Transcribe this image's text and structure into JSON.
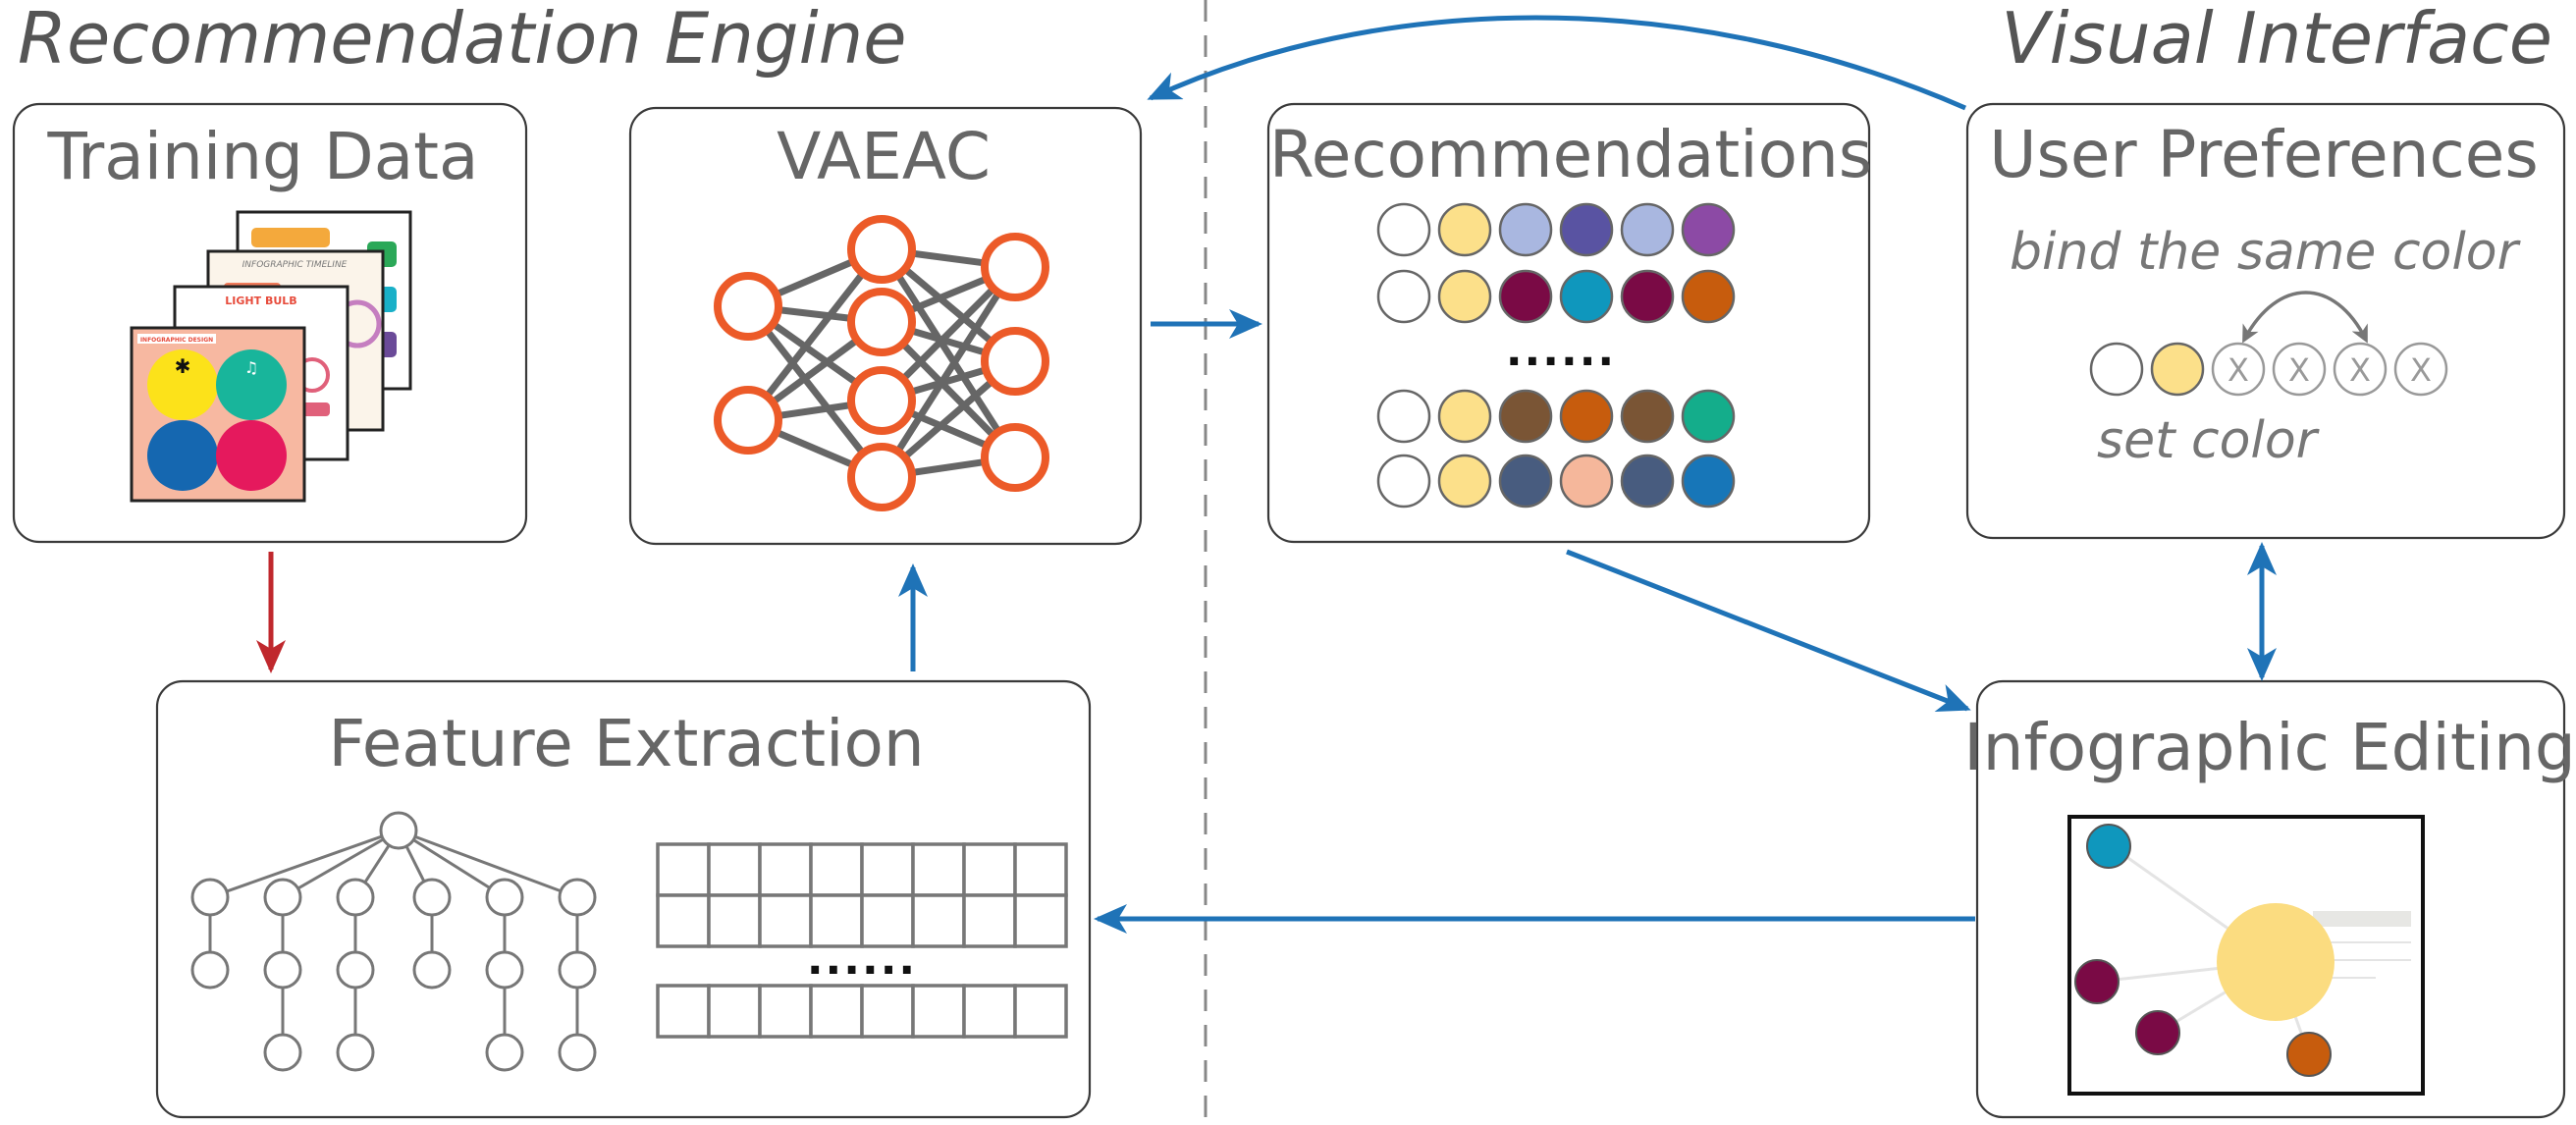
{
  "sections": {
    "left_title": "Recommendation Engine",
    "right_title": "Visual Interface"
  },
  "boxes": {
    "training_data": "Training Data",
    "vaeac": "VAEAC",
    "recommendations": "Recommendations",
    "user_preferences": "User Preferences",
    "feature_extraction": "Feature Extraction",
    "infographic_editing": "Infographic Editing"
  },
  "preferences": {
    "bind_label": "bind the same color",
    "set_label": "set color",
    "x_glyph": "X"
  },
  "ellipsis": {
    "recommendations": "......",
    "features": "......"
  },
  "thumbnails": {
    "front_banner": "INFOGRAPHIC DESIGN",
    "timeline": "INFOGRAPHIC TIMELINE",
    "light_bulb": "LIGHT BULB"
  },
  "colors": {
    "arrow_blue": "#1f73b7",
    "arrow_red": "#c0282d",
    "neural_orange": "#ec5a28"
  },
  "recommendation_palettes": [
    [
      "#ffffff",
      "#fce08a",
      "#a9b7e0",
      "#5953a2",
      "#a9b7e0",
      "#8c4aa5"
    ],
    [
      "#ffffff",
      "#fce08a",
      "#7a0a45",
      "#0f97bd",
      "#7a0a45",
      "#c75c0d"
    ],
    [
      "#ffffff",
      "#fce08a",
      "#7a5535",
      "#c75c0d",
      "#7a5535",
      "#14ad8b"
    ],
    [
      "#ffffff",
      "#fce08a",
      "#485c7f",
      "#f5b79b",
      "#485c7f",
      "#1776b8"
    ]
  ],
  "preference_palette": [
    "#ffffff",
    "#fce08a"
  ],
  "editing_canvas_colors": {
    "center": "#fbdc80",
    "top_left": "#0f97bd",
    "left_1": "#7a0a45",
    "left_2": "#7a0a45",
    "bottom_right": "#c75c0d"
  }
}
